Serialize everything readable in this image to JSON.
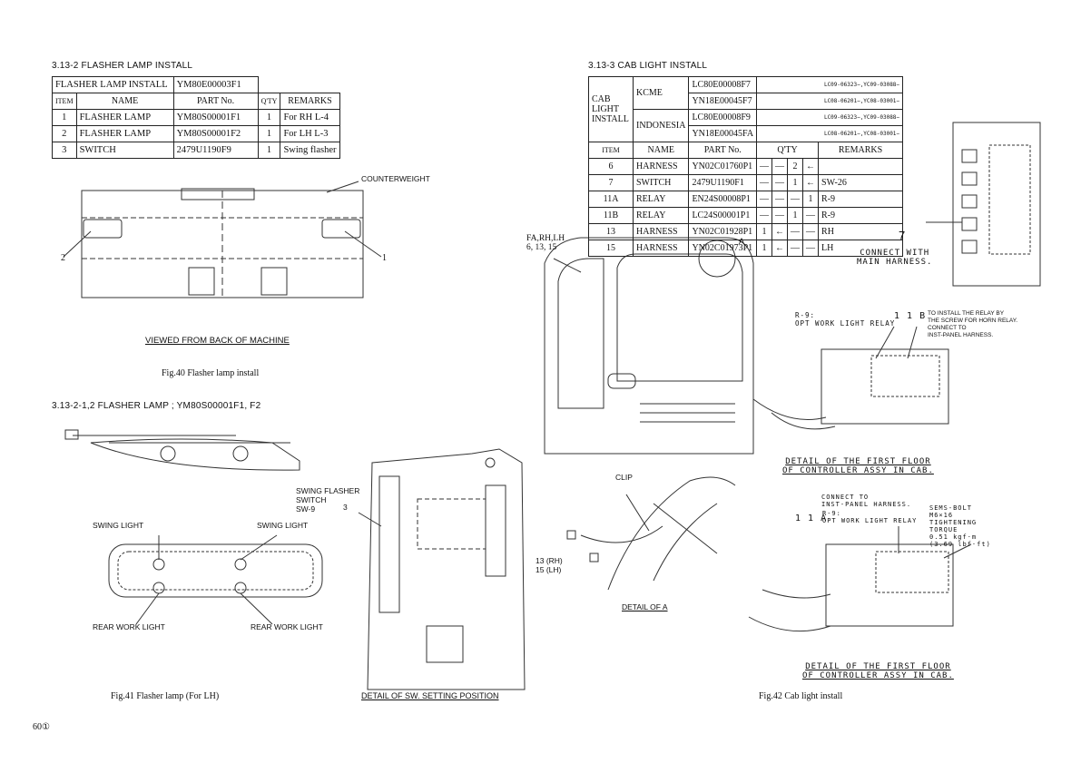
{
  "left": {
    "section_title": "3.13-2   FLASHER LAMP INSTALL",
    "table": {
      "assy_label": "FLASHER LAMP INSTALL",
      "assy_part": "YM80E00003F1",
      "headers": [
        "ITEM",
        "NAME",
        "PART No.",
        "Q'TY",
        "REMARKS"
      ],
      "rows": [
        {
          "item": "1",
          "name": "FLASHER LAMP",
          "part": "YM80S00001F1",
          "qty": "1",
          "remarks": "For RH L-4"
        },
        {
          "item": "2",
          "name": "FLASHER LAMP",
          "part": "YM80S00001F2",
          "qty": "1",
          "remarks": "For LH L-3"
        },
        {
          "item": "3",
          "name": "SWITCH",
          "part": "2479U1190F9",
          "qty": "1",
          "remarks": "Swing flasher"
        }
      ]
    },
    "counterweight_label": "COUNTERWEIGHT",
    "callout_2": "2",
    "callout_1": "1",
    "view_caption": "VIEWED FROM BACK OF MACHINE",
    "fig40": "Fig.40   Flasher lamp install",
    "sub_title": "3.13-2-1,2   FLASHER LAMP ; YM80S00001F1, F2",
    "swing_light_left": "SWING LIGHT",
    "swing_light_right": "SWING LIGHT",
    "rear_work_left": "REAR WORK LIGHT",
    "rear_work_right": "REAR WORK LIGHT",
    "swing_flasher_switch": "SWING FLASHER\nSWITCH\nSW-9",
    "callout_3": "3",
    "fig41": "Fig.41   Flasher lamp (For LH)",
    "detail_sw": "DETAIL OF SW. SETTING POSITION",
    "page_number": "60①"
  },
  "right": {
    "section_title": "3.13-3   CAB LIGHT INSTALL",
    "table": {
      "group_label": "CAB\nLIGHT\nINSTALL",
      "kcme": "KCME",
      "indonesia": "INDONESIA",
      "assy_parts": [
        "LC80E00008F7",
        "YN18E00045F7",
        "LC80E00008F9",
        "YN18E00045FA"
      ],
      "serials": [
        "LC09-06323−,YC09-03088−",
        "LC08-06201−,YC08-03001−",
        "LC09-06323−,YC09-03088−",
        "LC08-06201−,YC08-03001−"
      ],
      "headers": [
        "ITEM",
        "NAME",
        "PART No.",
        "Q'TY",
        "REMARKS"
      ],
      "rows": [
        {
          "item": "6",
          "name": "HARNESS",
          "part": "YN02C01760P1",
          "q1": "—",
          "q2": "—",
          "q3": "2",
          "q4": "←",
          "remarks": ""
        },
        {
          "item": "7",
          "name": "SWITCH",
          "part": "2479U1190F1",
          "q1": "—",
          "q2": "—",
          "q3": "1",
          "q4": "←",
          "remarks": "SW-26"
        },
        {
          "item": "11A",
          "name": "RELAY",
          "part": "EN24S00008P1",
          "q1": "—",
          "q2": "—",
          "q3": "—",
          "q4": "1",
          "remarks": "R-9"
        },
        {
          "item": "11B",
          "name": "RELAY",
          "part": "LC24S00001P1",
          "q1": "—",
          "q2": "—",
          "q3": "1",
          "q4": "—",
          "remarks": "R-9"
        },
        {
          "item": "13",
          "name": "HARNESS",
          "part": "YN02C01928P1",
          "q1": "1",
          "q2": "←",
          "q3": "—",
          "q4": "—",
          "remarks": "RH"
        },
        {
          "item": "15",
          "name": "HARNESS",
          "part": "YN02C01973P1",
          "q1": "1",
          "q2": "←",
          "q3": "—",
          "q4": "—",
          "remarks": "LH"
        }
      ]
    },
    "fa_label": "FA,RH,LH\n6, 13, 15",
    "a_label": "A",
    "callout_7": "7",
    "connect_main": "CONNECT WITH\nMAIN HARNESS.",
    "r9_11b": "R-9:\nOPT WORK LIGHT RELAY",
    "label_11b": "1 1 B",
    "install_relay_note": "TO INSTALL THE RELAY BY\nTHE SCREW FOR HORN RELAY.\nCONNECT TO\nINST-PANEL HARNESS.",
    "detail_first_floor_1": "DETAIL OF THE FIRST FLOOR\nOF CONTROLLER ASSY IN CAB.",
    "clip_label": "CLIP",
    "rh_lh": "13 (RH)\n15 (LH)",
    "detail_a": "DETAIL OF A",
    "connect_inst": "CONNECT TO\nINST-PANEL HARNESS.",
    "label_11a": "1 1 A",
    "r9_11a": "R-9:\nOPT WORK LIGHT RELAY",
    "sems_bolt": "SEMS-BOLT\nM6×16\nTIGHTENING\nTORQUE\n0.51 kgf·m\n(3.69 lbf·ft)",
    "detail_first_floor_2": "DETAIL OF THE FIRST FLOOR\nOF CONTROLLER ASSY IN CAB.",
    "fig42": "Fig.42   Cab light install"
  }
}
